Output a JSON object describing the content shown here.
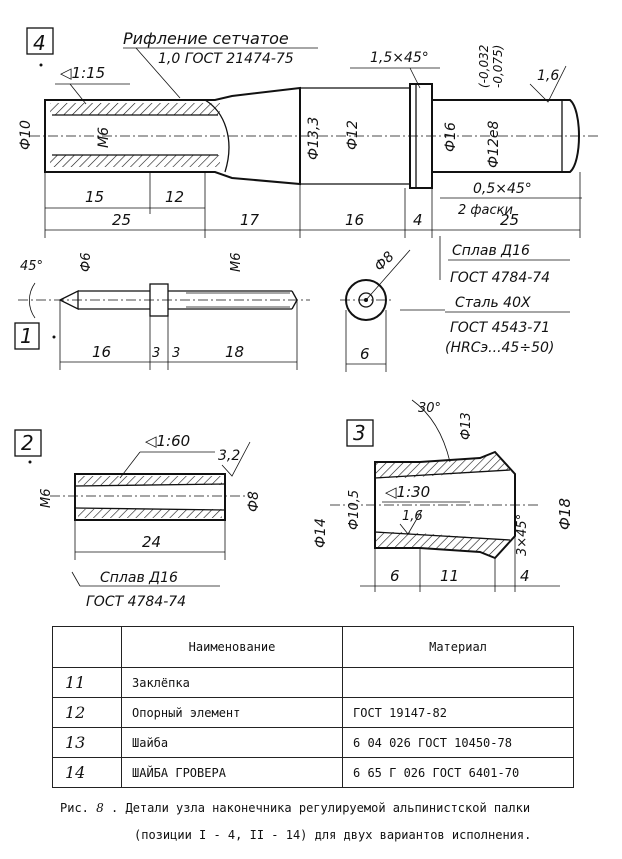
{
  "drawing": {
    "views": {
      "v4": {
        "label": "4",
        "knurl_note_line1": "Рифление сетчатое",
        "knurl_note_line2": "1,0 ГОСТ 21474-75",
        "taper": "◁1:15",
        "chamfer_top": "1,5×45°",
        "tolerance_upper": "(-0,032",
        "tolerance_lower": "-0,075)",
        "roughness": "1,6",
        "dia_10": "Ф10",
        "thread_m6": "М6",
        "dia_13_3": "Ф13,3",
        "dia_12": "Ф12",
        "dia_16": "Ф16",
        "dia_12e8": "Ф12е8",
        "chamfer_05": "0,5×45°",
        "chamfers_2": "2 фаски",
        "dim_15": "15",
        "dim_12": "12",
        "dim_25a": "25",
        "dim_17": "17",
        "dim_16": "16",
        "dim_4": "4",
        "dim_25b": "25"
      },
      "v1": {
        "label": "1",
        "angle_45": "45°",
        "dia_6": "Ф6",
        "thread_m6": "М6",
        "dia_8": "Ф8",
        "dim_16": "16",
        "dim_3a": "3",
        "dim_3b": "3",
        "dim_18": "18",
        "dim_6": "6",
        "material1_line1": "Сплав Д16",
        "material1_line2": "ГОСТ 4784-74",
        "material2_line1": "Сталь 40Х",
        "material2_line2": "ГОСТ 4543-71",
        "material2_line3": "(HRCэ...45÷50)"
      },
      "v2": {
        "label": "2",
        "taper": "◁1:60",
        "roughness": "3,2",
        "thread_m6": "М6",
        "dia_8": "Ф8",
        "dim_24": "24",
        "material_line1": "Сплав Д16",
        "material_line2": "ГОСТ 4784-74"
      },
      "v3": {
        "label": "3",
        "angle_30": "30°",
        "dia_13": "Ф13",
        "dia_14": "Ф14",
        "dia_10_5": "Ф10,5",
        "taper": "◁1:30",
        "roughness": "1,6",
        "chamfer_3x45": "3×45°",
        "dia_18": "Ф18",
        "dim_6": "6",
        "dim_11": "11",
        "dim_4": "4"
      }
    }
  },
  "table": {
    "headers": [
      "",
      "Наименование",
      "Материал"
    ],
    "rows": [
      {
        "pos": "11",
        "name": "Заклёпка",
        "material": ""
      },
      {
        "pos": "12",
        "name": "Опорный элемент",
        "material": "ГОСТ 19147-82"
      },
      {
        "pos": "13",
        "name": "Шайба",
        "material": "6 04 026 ГОСТ 10450-78"
      },
      {
        "pos": "14",
        "name": "ШАЙБА ГРОВЕРА",
        "material": "6 65 Г 026 ГОСТ 6401-70"
      }
    ]
  },
  "caption": {
    "prefix": "Рис.",
    "number": "8",
    "line1": ". Детали узла наконечника регулируемой альпинистской палки",
    "line2": "(позиции I - 4, II - 14) для двух вариантов исполнения."
  }
}
